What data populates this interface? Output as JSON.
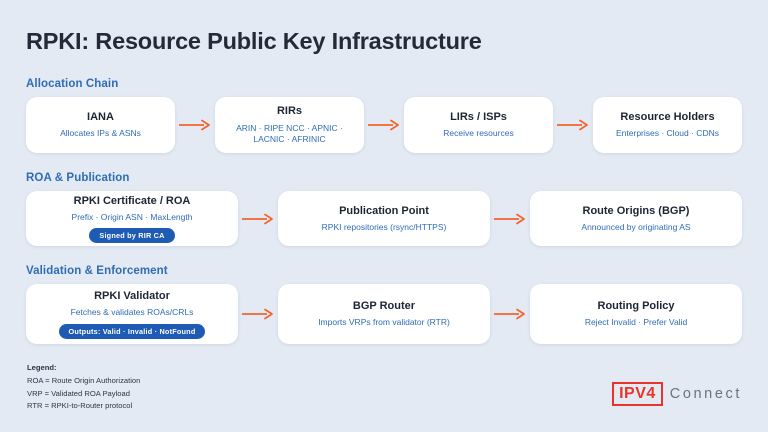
{
  "page": {
    "title": "RPKI: Resource Public Key Infrastructure",
    "background_color": "#e4eaf3",
    "accent_blue": "#2f6cb5",
    "arrow_color": "#f4622a",
    "badge_color": "#1d5bb5"
  },
  "sections": [
    {
      "id": "allocation-chain",
      "title": "Allocation Chain",
      "cards": [
        {
          "title": "IANA",
          "sub": "Allocates IPs & ASNs"
        },
        {
          "title": "RIRs",
          "sub": "ARIN · RIPE NCC · APNIC · LACNIC · AFRINIC"
        },
        {
          "title": "LIRs / ISPs",
          "sub": "Receive resources"
        },
        {
          "title": "Resource Holders",
          "sub": "Enterprises · Cloud · CDNs"
        }
      ]
    },
    {
      "id": "roa-publication",
      "title": "ROA & Publication",
      "cards": [
        {
          "title": "RPKI Certificate / ROA",
          "sub": "Prefix · Origin ASN · MaxLength",
          "badge": "Signed by RIR CA"
        },
        {
          "title": "Publication Point",
          "sub": "RPKI repositories (rsync/HTTPS)"
        },
        {
          "title": "Route Origins (BGP)",
          "sub": "Announced by originating AS"
        }
      ]
    },
    {
      "id": "validation-enforcement",
      "title": "Validation & Enforcement",
      "cards": [
        {
          "title": "RPKI Validator",
          "sub": "Fetches & validates ROAs/CRLs",
          "badge": "Outputs: Valid · Invalid · NotFound"
        },
        {
          "title": "BGP Router",
          "sub": "Imports VRPs from validator (RTR)"
        },
        {
          "title": "Routing Policy",
          "sub": "Reject Invalid · Prefer Valid"
        }
      ]
    }
  ],
  "legend": {
    "heading": "Legend:",
    "lines": [
      "ROA = Route Origin Authorization",
      "VRP = Validated ROA Payload",
      "RTR = RPKI-to-Router protocol"
    ]
  },
  "logo": {
    "mark": "IPV4",
    "word": "Connect"
  }
}
